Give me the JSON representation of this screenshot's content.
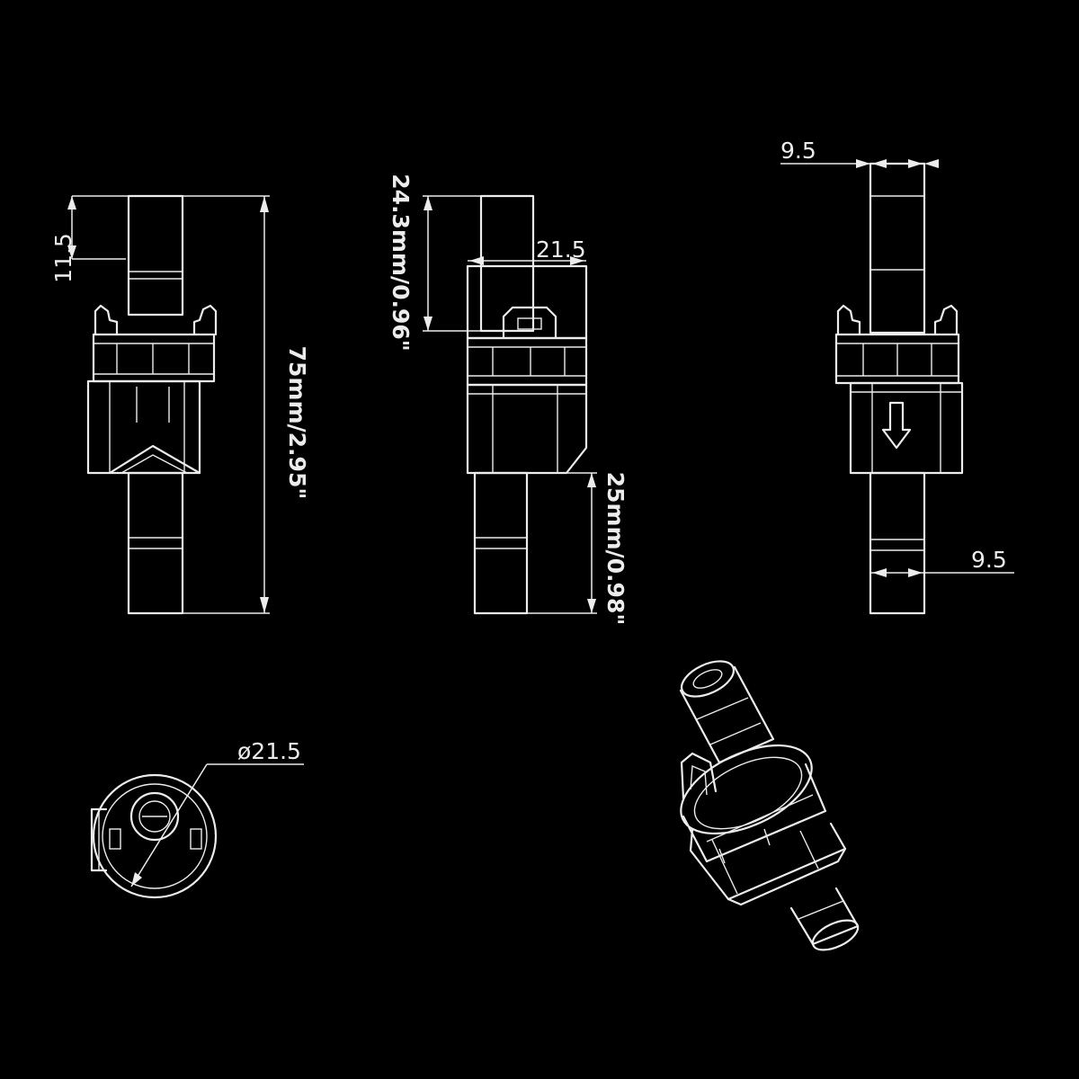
{
  "background_color": "#000000",
  "line_color": "#ececec",
  "views": {
    "front": {
      "total_length": "75mm/2.95\"",
      "shoulder": "11.5"
    },
    "side": {
      "upper_length": "24.3mm/0.96\"",
      "body_width": "21.5",
      "lower_length": "25mm/0.98\""
    },
    "rear": {
      "top_width": "9.5",
      "bottom_width": "9.5"
    },
    "bottom": {
      "diameter": "ø21.5"
    },
    "isometric": {}
  }
}
